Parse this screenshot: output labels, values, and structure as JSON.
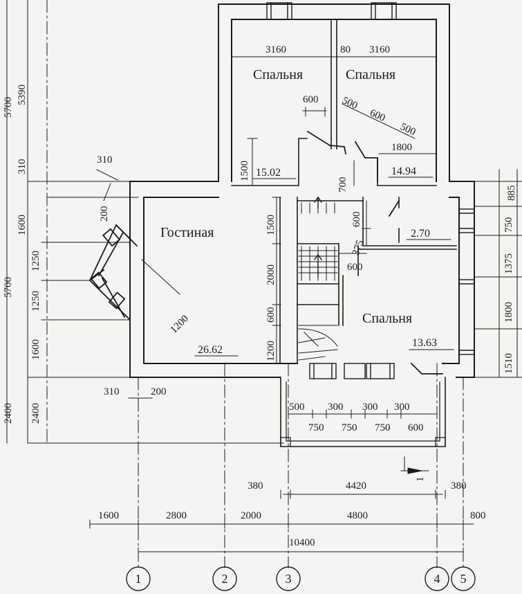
{
  "rooms": {
    "bedroom_top_left": {
      "name": "Спальня",
      "area": "15.02"
    },
    "bedroom_top_right": {
      "name": "Спальня",
      "area": "14.94"
    },
    "living_room": {
      "name": "Гостиная",
      "area": "26.62"
    },
    "bedroom_right": {
      "name": "Спальня",
      "area": "13.63"
    },
    "bathroom": {
      "area": "2.70"
    }
  },
  "axes": [
    "1",
    "2",
    "3",
    "4",
    "5"
  ],
  "dimensions": {
    "top_room_width_left": "3160",
    "top_partition": "80",
    "top_room_width_right": "3160",
    "door_600_left": "600",
    "diag_500_a": "500",
    "diag_600": "600",
    "diag_500_b": "500",
    "diag_1800": "1800",
    "door_1500": "1500",
    "door_700": "700",
    "bay_310": "310",
    "bay_200": "200",
    "bay_1200": "1200",
    "stair_1500": "1500",
    "stair_2000": "2000",
    "stair_600": "600",
    "stair_1200": "1200",
    "bath_600": "600",
    "bath_375": "375",
    "bath_600_h": "600",
    "bottom_310": "310",
    "bottom_200": "200",
    "bal_500": "500",
    "bal_300_a": "300",
    "bal_300_b": "300",
    "bal_300_c": "300",
    "bal_750_a": "750",
    "bal_750_b": "750",
    "bal_750_c": "750",
    "bal_600": "600",
    "row_380_l": "380",
    "row_4420": "4420",
    "row_380_r": "380",
    "row_1600": "1600",
    "row_2800": "2800",
    "row_2000": "2000",
    "row_4800": "4800",
    "row_800": "800",
    "row_10400": "10400",
    "left_5700_a": "5700",
    "left_5390": "5390",
    "left_310": "310",
    "left_1600_a": "1600",
    "left_5700_b": "5700",
    "left_1250_a": "1250",
    "left_1250_b": "1250",
    "left_1600_b": "1600",
    "left_2400_a": "2400",
    "left_2400_b": "2400",
    "right_885": "885",
    "right_750": "750",
    "right_1375": "1375",
    "right_1800": "1800",
    "right_1510": "1510",
    "section_mark": "1"
  }
}
